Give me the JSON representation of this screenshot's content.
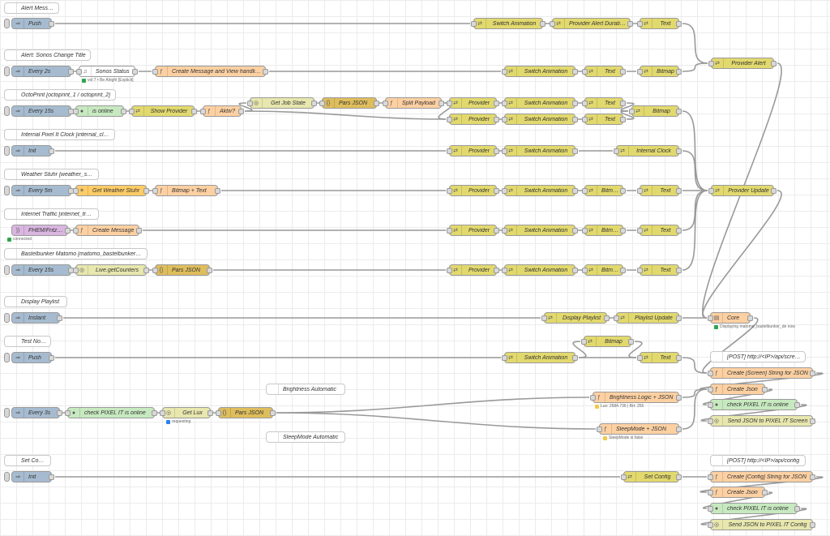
{
  "comments": {
    "alert_message": "Alert Message",
    "alert_sonos": "Alert: Sonos Change Title",
    "octoprint": "OctoPrint [octoprint_1 / octoprint_2]",
    "clock": "Internal Pixel It Clock [internal_clock]",
    "weather": "Weather Stuhr [weather_stuhr]",
    "traffic": "Internet Traffic [internet_traffic]",
    "matomo": "Bastelbunker Matomo [matomo_bastelbunker_de]",
    "playlist": "Display Playlist",
    "test": "Test Node",
    "brightness": "Brightness Automatic",
    "sleepmode": "SleepMode Automatic",
    "set_config": "Set Config",
    "post_screen": "[POST] http://<IP>/api/screen",
    "post_config": "[POST] http://<IP>/api/config"
  },
  "nodes": {
    "push1": "Push",
    "switch_anim_alert": "Switch Animation",
    "provider_alert_duration": "Provider Alert Duration",
    "text_alert": "Text",
    "every2s": "Every 2s",
    "sonos_status": "Sonos Status",
    "create_msg_view": "Create Message and View handling",
    "switch_anim_sonos": "Switch Animation",
    "text_sonos": "Text",
    "bitmap_sonos": "Bitmap",
    "provider_alert": "Provider Alert",
    "every15s_octo": "Every 15s",
    "is_online": "is online",
    "show_provider": "Show Provider",
    "aktiv": "Aktiv?",
    "get_job_state": "Get Job State",
    "pars_json_octo": "Pars JSON",
    "split_payload": "Split Payload",
    "provider_octo1": "Provider",
    "switch_anim_octo1": "Switch Animation",
    "text_octo1": "Text",
    "bitmap_octo": "Bitmap",
    "provider_octo2": "Provider",
    "switch_anim_octo2": "Switch Animation",
    "text_octo2": "Text",
    "init_clock": "Init",
    "provider_clock": "Provider",
    "switch_anim_clock": "Switch Animation",
    "internal_clock": "Internal Clock",
    "every5m": "Every 5m",
    "get_weather": "Get Weather Stuhr",
    "bitmap_text": "Bitmap + Text",
    "provider_weather": "Provider",
    "switch_anim_weather": "Switch Animation",
    "bitmap_weather": "Bitmap",
    "text_weather": "Text",
    "provider_update": "Provider Update",
    "fritzbox": "FHEM/FritzBox/#",
    "create_message": "Create Message",
    "provider_traffic": "Provider",
    "switch_anim_traffic": "Switch Animation",
    "bitmap_traffic": "Bitmap",
    "text_traffic": "Text",
    "every15s_matomo": "Every 15s",
    "live_get_counters": "Live.getCounters",
    "pars_json_matomo": "Pars JSON",
    "provider_matomo": "Provider",
    "switch_anim_matomo": "Switch Animation",
    "bitmap_matomo": "Bitmap",
    "text_matomo": "Text",
    "instant": "Instant",
    "display_playlist": "Display Playlist",
    "playlist_update": "Playlist Update",
    "core": "Core",
    "push_test": "Push",
    "bitmap_test": "Bitmap",
    "switch_anim_test": "Switch Animation",
    "text_test": "Text",
    "create_screen_string": "Create [Screen] String for JSON",
    "create_json1": "Create Json",
    "check_online1": "check PIXEL IT is online",
    "send_json_screen": "Send JSON to PIXEL IT Screen",
    "every3s": "Every 3s",
    "check_online_bright": "check PIXEL IT is online",
    "get_lux": "Get Lux",
    "pars_json_bright": "Pars JSON",
    "brightness_logic": "Brightness Logic + JSON",
    "sleepmode_json": "SleepMode + JSON",
    "init_config": "Init",
    "set_config": "Set Config",
    "create_config_string": "Create [Config] String for JSON",
    "create_json2": "Create Json",
    "check_online2": "check PIXEL IT is online",
    "send_json_config": "Send JSON to PIXEL IT Config"
  },
  "statuses": {
    "sonos": "vol:7 • Be Alright [Explicit]",
    "fritz": "connected",
    "core": "Displaying matomo_bastelbunker_de now",
    "get_lux": "requesting",
    "brightness": "Lux: 2584.736 | Brt: 255",
    "sleepmode": "SleepMode is false"
  },
  "icons": {
    "inject": "arrow-in-icon",
    "change": "shuffle-icon",
    "function": "function-icon",
    "http": "globe-icon",
    "json": "braces-icon",
    "comment": "comment-icon"
  },
  "colors": {
    "status_green": "#2ea44f",
    "status_blue": "#2f80ed",
    "status_yellow": "#f2c94c",
    "wire": "#999999"
  }
}
